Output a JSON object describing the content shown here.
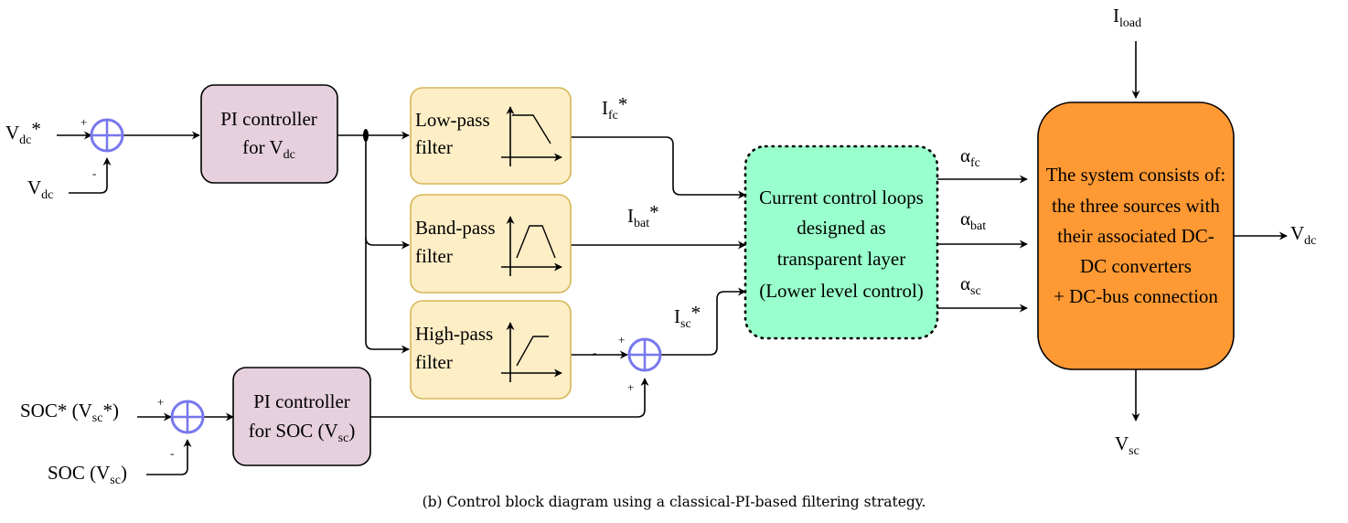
{
  "caption": "(b) Control block diagram using a classical-PI-based filtering strategy.",
  "inputs": {
    "vdc_ref": {
      "main": "V",
      "sub": "dc",
      "tail": "*"
    },
    "vdc_meas": {
      "main": "V",
      "sub": "dc",
      "tail": ""
    },
    "soc_ref": {
      "pre": "SOC* (V",
      "sub": "sc",
      "tail": "*)"
    },
    "soc_meas": {
      "pre": "SOC (V",
      "sub": "sc",
      "tail": ")"
    },
    "iload": {
      "main": "I",
      "sub": "load"
    }
  },
  "blocks": {
    "pi_vdc": {
      "line1": "PI controller",
      "line2_pre": "for V",
      "line2_sub": "dc"
    },
    "pi_soc": {
      "line1": "PI controller",
      "line2_pre": "for SOC (V",
      "line2_sub": "sc",
      "line2_tail": ")"
    },
    "lowpass": {
      "line1": "Low-pass",
      "line2": "filter"
    },
    "bandpass": {
      "line1": "Band-pass",
      "line2": "filter"
    },
    "highpass": {
      "line1": "High-pass",
      "line2": "filter"
    },
    "current_loops": {
      "lines": [
        "Current control loops",
        "designed as",
        "transparent layer",
        "(Lower level control)"
      ]
    },
    "system": {
      "lines": [
        "The system consists of:",
        "the three sources with",
        "their associated DC-",
        "DC converters",
        "+ DC-bus connection"
      ]
    }
  },
  "signals": {
    "ifc": {
      "main": "I",
      "sub": "fc",
      "tail": "*"
    },
    "ibat": {
      "main": "I",
      "sub": "bat",
      "tail": "*"
    },
    "isc": {
      "main": "I",
      "sub": "sc",
      "tail": "*"
    },
    "afc": {
      "main": "α",
      "sub": "fc"
    },
    "abat": {
      "main": "α",
      "sub": "bat"
    },
    "asc": {
      "main": "α",
      "sub": "sc"
    },
    "vdc_out": {
      "main": "V",
      "sub": "dc"
    },
    "vsc_out": {
      "main": "V",
      "sub": "sc"
    }
  },
  "signs": {
    "plus": "+",
    "minus": "-"
  },
  "colors": {
    "pi_fill": "#e6d0de",
    "filter_fill": "#fdeec6",
    "filter_stroke": "#d6b656",
    "loops_fill": "#99ffcc",
    "system_fill": "#ff9933",
    "sum_stroke": "#7777ee"
  }
}
